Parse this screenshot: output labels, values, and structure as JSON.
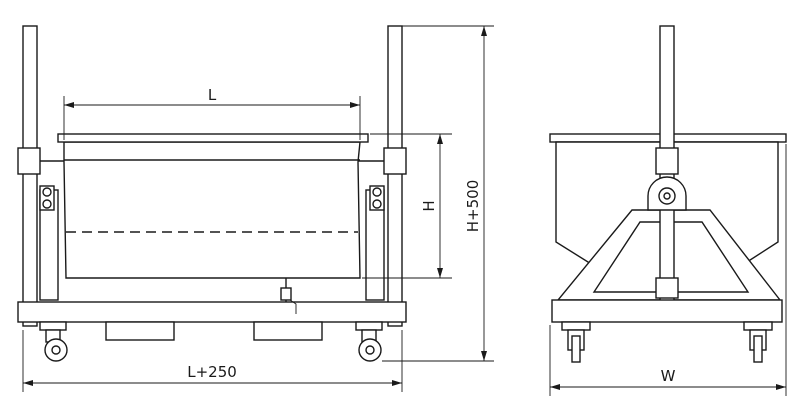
{
  "labels": {
    "length": "L",
    "length_plus_250": "L+250",
    "height": "H",
    "height_plus_500": "H+500",
    "width": "W"
  }
}
